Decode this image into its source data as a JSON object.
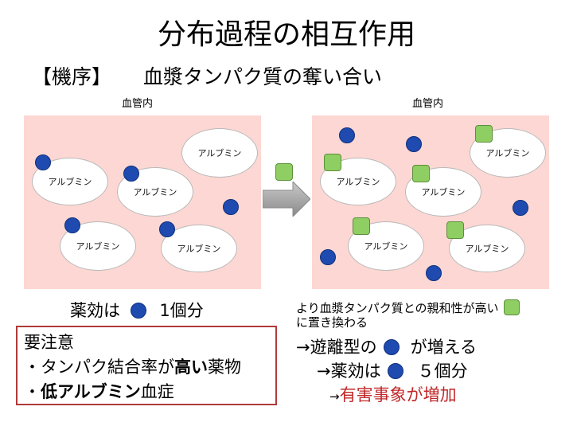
{
  "title": "分布過程の相互作用",
  "mechanism": {
    "bracket_label": "【機序】",
    "text": "血漿タンパク質の奪い合い"
  },
  "left_panel": {
    "label": "血管内",
    "albumin_label": "アルブミン",
    "effect_prefix": "薬効は",
    "effect_suffix": "1個分"
  },
  "right_panel": {
    "label": "血管内",
    "albumin_label": "アルブミン",
    "note_line1": "より血漿タンパク質との親和性が高い",
    "note_line2": "に置き換わる",
    "free_prefix": "→遊離型の",
    "free_suffix": "が増える",
    "effect_prefix": "→薬効は",
    "effect_suffix": "５個分",
    "adverse": "→有害事象が増加",
    "adverse_arrow": "→",
    "adverse_text": "有害事象が増加"
  },
  "caution": {
    "heading": "要注意",
    "item1_prefix": "・タンパク結合率が",
    "item1_bold": "高い",
    "item1_suffix": "薬物",
    "item2_prefix": "・",
    "item2_bold": "低アルブミン",
    "item2_suffix": "血症"
  },
  "colors": {
    "panel_bg": "#fdd7d3",
    "bound_drug": "#1f4bb0",
    "displacing_drug": "#8fce62",
    "caution_border": "#b23a3a",
    "adverse_text": "#c0282a"
  }
}
